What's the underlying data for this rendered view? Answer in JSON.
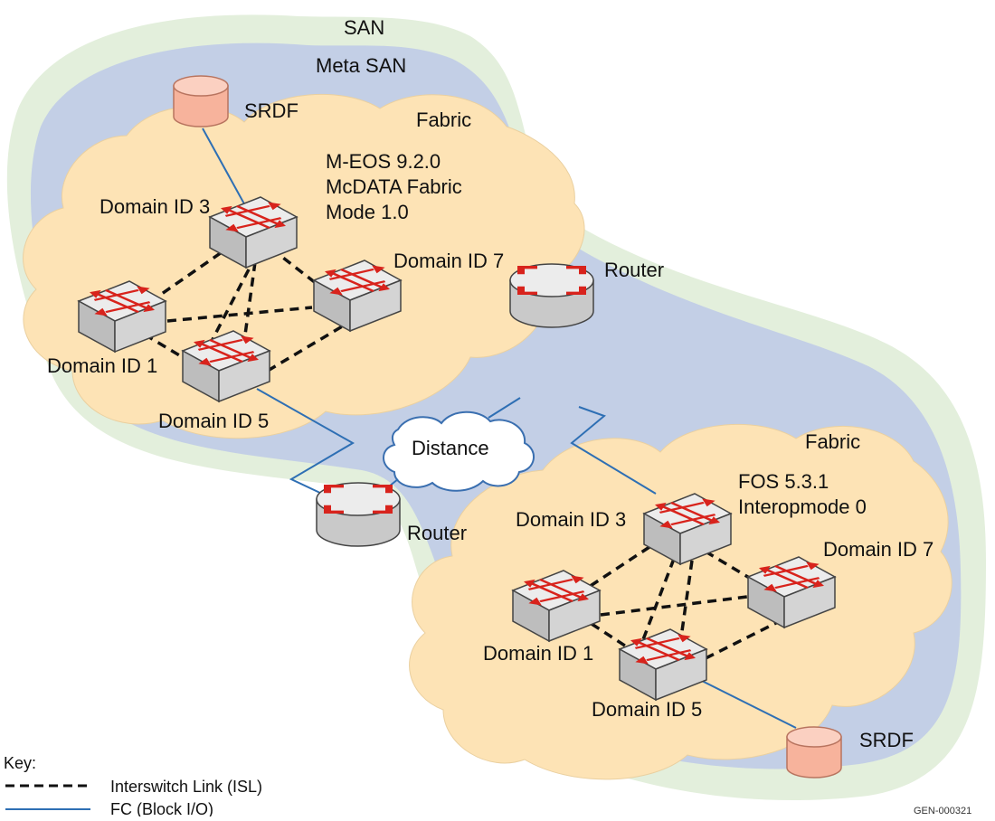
{
  "labels": {
    "san": "SAN",
    "meta_san": "Meta SAN",
    "srdf_top": "SRDF",
    "srdf_bottom": "SRDF",
    "distance": "Distance",
    "router_top": "Router",
    "router_bottom": "Router",
    "gen_id": "GEN-000321"
  },
  "fabric_top": {
    "title": "Fabric",
    "lines": [
      "M-EOS 9.2.0",
      "McDATA Fabric",
      "Mode 1.0"
    ],
    "domains": {
      "d3": "Domain ID 3",
      "d7": "Domain ID 7",
      "d1": "Domain ID 1",
      "d5": "Domain ID 5"
    }
  },
  "fabric_bottom": {
    "title": "Fabric",
    "lines": [
      "FOS 5.3.1",
      "Interopmode 0"
    ],
    "domains": {
      "d3": "Domain ID 3",
      "d7": "Domain ID 7",
      "d1": "Domain ID 1",
      "d5": "Domain ID 5"
    }
  },
  "key": {
    "title": "Key:",
    "isl": "Interswitch Link (ISL)",
    "fc": "FC (Block I/O)"
  },
  "colors": {
    "san_fill": "#e3efdc",
    "meta_san_fill": "#c3cfe6",
    "fabric_fill": "#fde3b5",
    "fabric_stroke": "#e9c98c",
    "fc_line": "#2e6fb4",
    "isl_line": "#111111",
    "srdf_fill": "#f9b9a4",
    "srdf_stroke": "#c07a66",
    "arrow_red": "#d8231c",
    "switch_gray": "#d9d9d9"
  }
}
